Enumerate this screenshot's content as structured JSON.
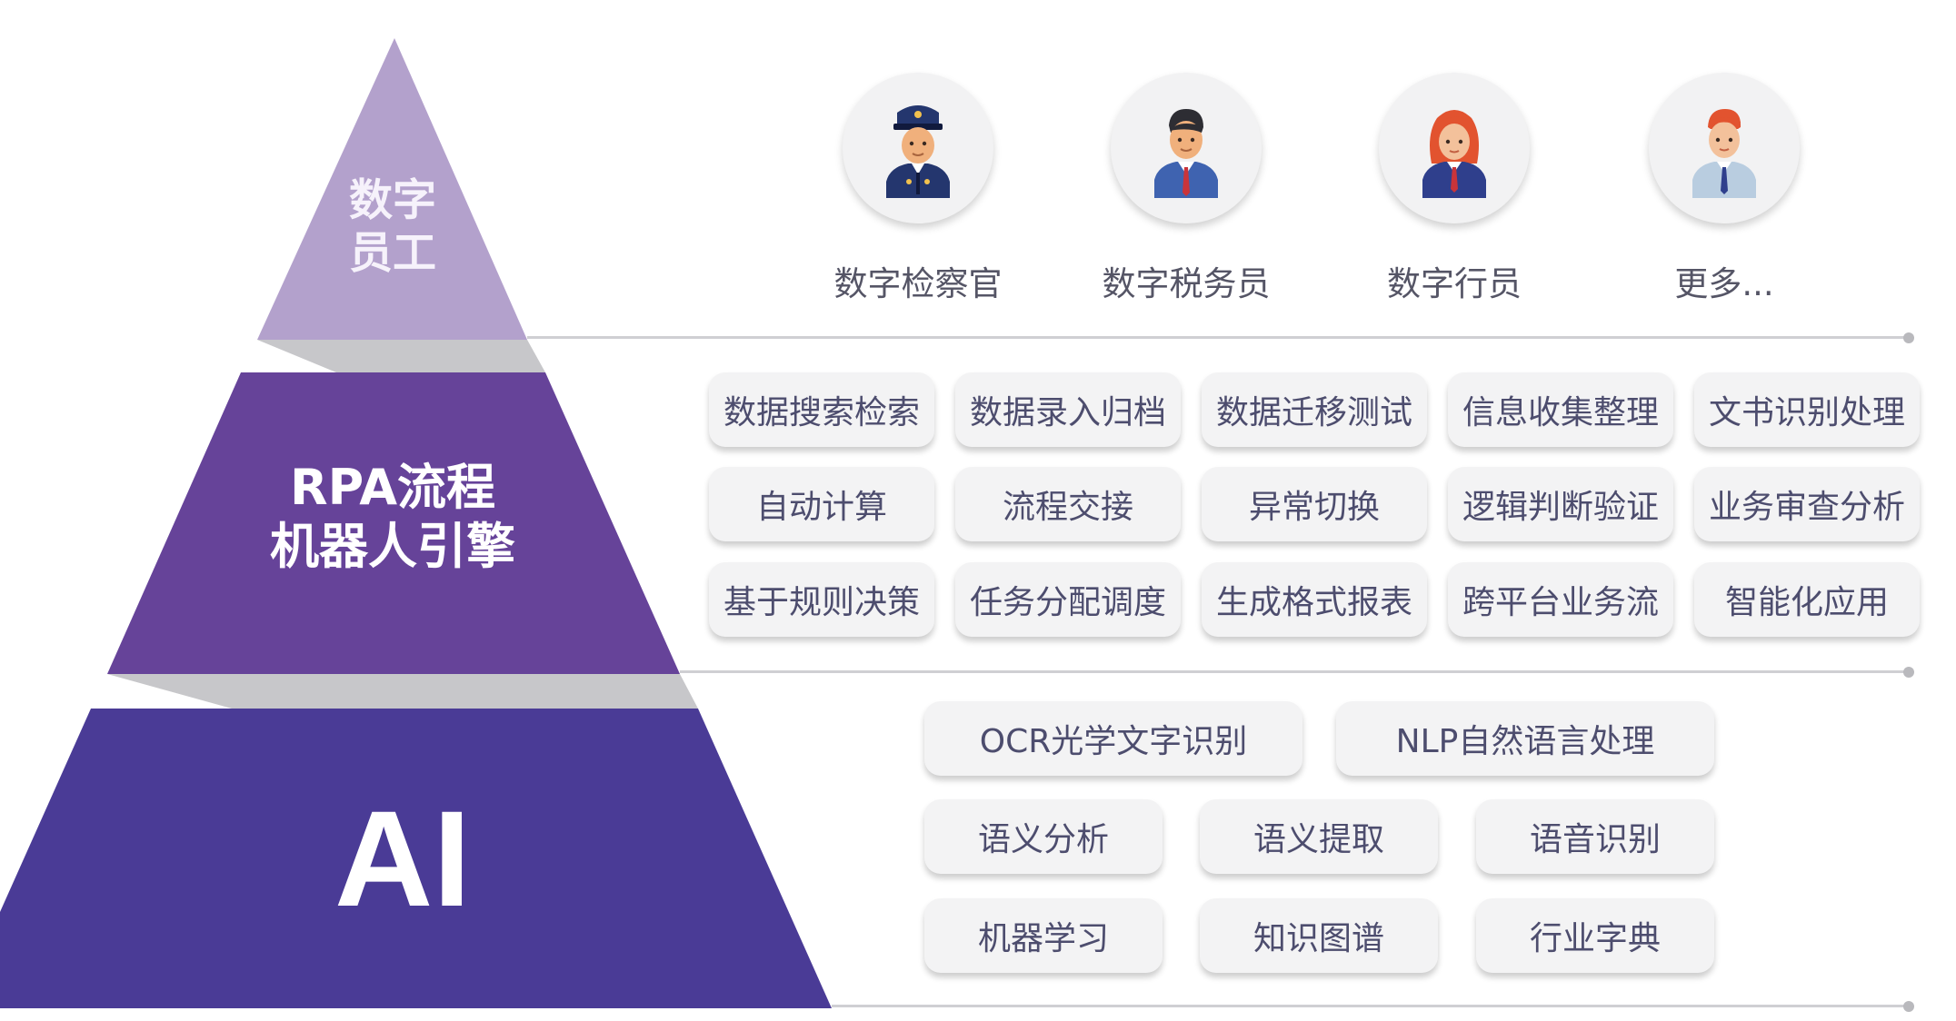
{
  "colors": {
    "tier_top": "#b3a1cc",
    "tier_middle": "#664399",
    "tier_bottom": "#4a3b96",
    "connector": "#c7c7ca",
    "pill_bg": "#f3f3f4",
    "pill_text": "#4d4d6e"
  },
  "tiers": {
    "digital": {
      "lines": [
        "数字",
        "员工"
      ]
    },
    "rpa": {
      "lines": [
        "RPA流程",
        "机器人引擎"
      ]
    },
    "ai": {
      "label": "AI"
    }
  },
  "digital_staff": [
    {
      "label": "数字检察官",
      "icon": "police-officer-icon"
    },
    {
      "label": "数字税务员",
      "icon": "businessman-icon"
    },
    {
      "label": "数字行员",
      "icon": "businesswoman-icon"
    },
    {
      "label": "更多...",
      "icon": "employee-icon"
    }
  ],
  "rpa_items": [
    [
      "数据搜索检索",
      "数据录入归档",
      "数据迁移测试",
      "信息收集整理",
      "文书识别处理"
    ],
    [
      "自动计算",
      "流程交接",
      "异常切换",
      "逻辑判断验证",
      "业务审查分析"
    ],
    [
      "基于规则决策",
      "任务分配调度",
      "生成格式报表",
      "跨平台业务流",
      "智能化应用"
    ]
  ],
  "ai_items": [
    [
      "OCR光学文字识别",
      "NLP自然语言处理"
    ],
    [
      "语义分析",
      "语义提取",
      "语音识别"
    ],
    [
      "机器学习",
      "知识图谱",
      "行业字典"
    ]
  ]
}
